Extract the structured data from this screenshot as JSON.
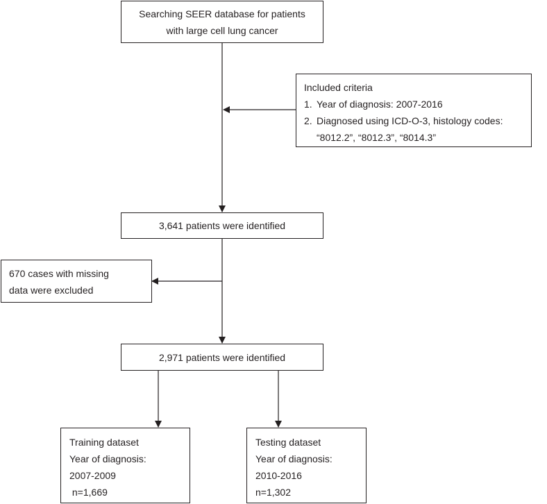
{
  "search_box": {
    "lines": [
      "Searching SEER database for patients",
      "with large cell lung cancer"
    ]
  },
  "criteria_box": {
    "title": "Included criteria",
    "items": [
      {
        "num": "1.",
        "text": "Year of diagnosis: 2007-2016"
      },
      {
        "num": "2.",
        "text": "Diagnosed using ICD-O-3, histology codes:",
        "cont": "“8012.2”, “8012.3”, “8014.3”"
      }
    ]
  },
  "identified_1": {
    "text": "3,641 patients were identified"
  },
  "excluded_box": {
    "lines": [
      "670 cases with missing",
      "data were excluded"
    ]
  },
  "identified_2": {
    "text": "2,971 patients were identified"
  },
  "training_box": {
    "lines": [
      "Training dataset",
      "Year of diagnosis:",
      "2007-2009",
      " n=1,669"
    ]
  },
  "testing_box": {
    "lines": [
      "Testing dataset",
      "Year of diagnosis:",
      "2010-2016",
      "n=1,302"
    ]
  }
}
